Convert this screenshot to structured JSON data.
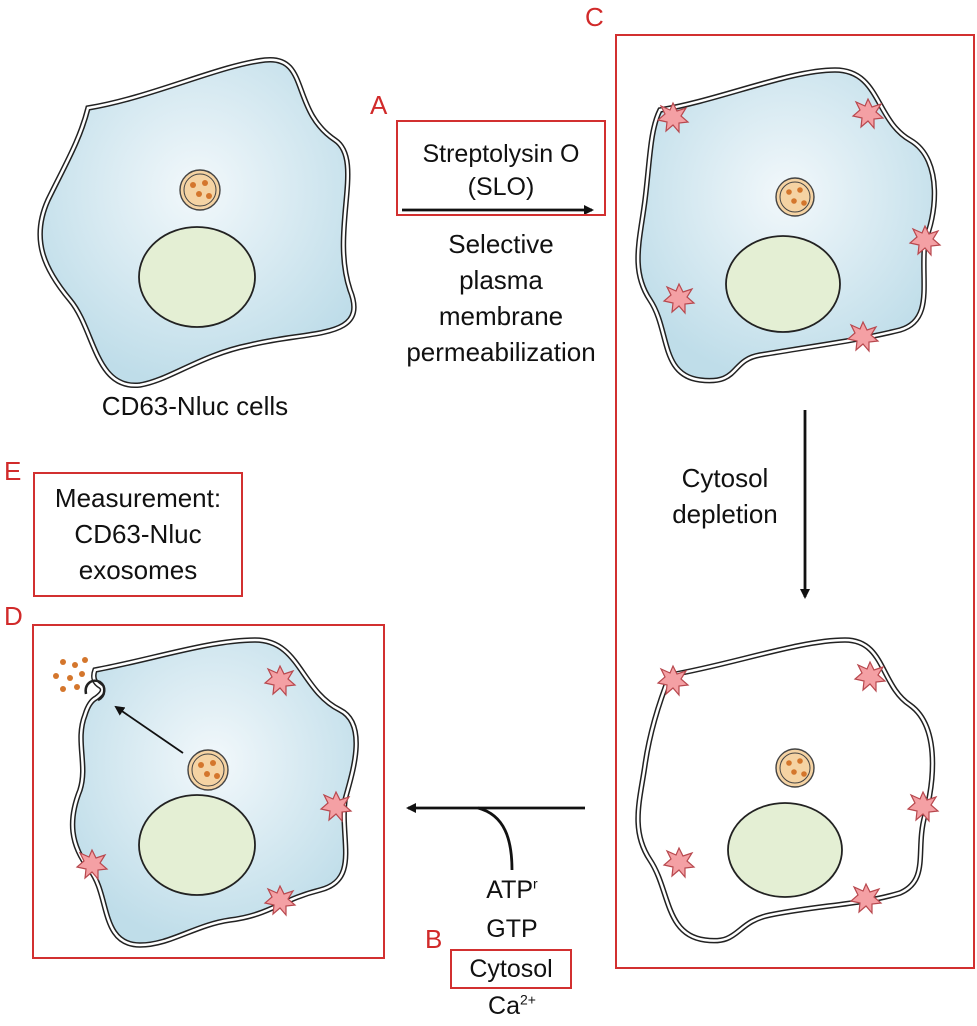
{
  "labels": {
    "A": "A",
    "B": "B",
    "C": "C",
    "D": "D",
    "E": "E"
  },
  "step_a": {
    "reagent_line1": "Streptolysin O",
    "reagent_line2": "(SLO)",
    "description": "Selective\nplasma\nmembrane\npermeabilization"
  },
  "start_cell_caption": "CD63-Nluc cells",
  "step_c_description": "Cytosol\ndepletion",
  "step_b": {
    "atp": "ATP",
    "atp_sup": "r",
    "gtp": "GTP",
    "cytosol": "Cytosol",
    "ca": "Ca",
    "ca_sup": "2+"
  },
  "step_e": {
    "text": "Measurement:\nCD63-Nluc\nexosomes"
  },
  "colors": {
    "highlight_box": "#d23030",
    "label_red": "#d12a2a",
    "cytoplasm": "#c9e3ee",
    "nucleus": "#e4efd4",
    "pore": "#f4a0a4",
    "vesicle": "#f5d3a3",
    "exosome": "#d4762c"
  }
}
